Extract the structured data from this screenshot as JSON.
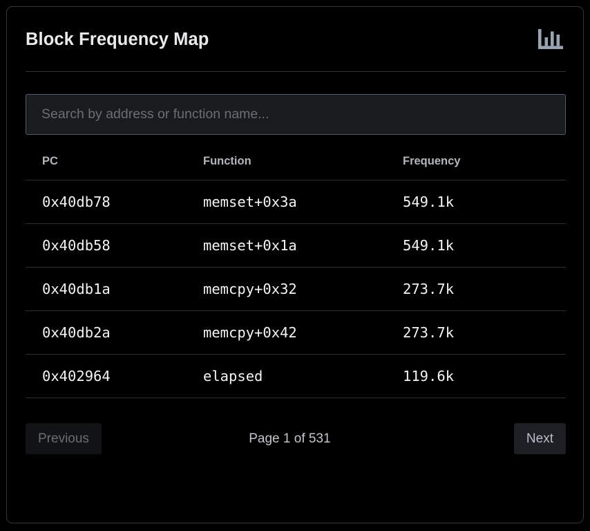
{
  "header": {
    "title": "Block Frequency Map",
    "icon": "bar-chart-icon",
    "icon_color": "#9aa3b0"
  },
  "search": {
    "placeholder": "Search by address or function name...",
    "value": ""
  },
  "table": {
    "columns": [
      "PC",
      "Function",
      "Frequency"
    ],
    "rows": [
      {
        "pc": "0x40db78",
        "function": "memset+0x3a",
        "frequency": "549.1k"
      },
      {
        "pc": "0x40db58",
        "function": "memset+0x1a",
        "frequency": "549.1k"
      },
      {
        "pc": "0x40db1a",
        "function": "memcpy+0x32",
        "frequency": "273.7k"
      },
      {
        "pc": "0x40db2a",
        "function": "memcpy+0x42",
        "frequency": "273.7k"
      },
      {
        "pc": "0x402964",
        "function": "elapsed",
        "frequency": "119.6k"
      }
    ]
  },
  "pagination": {
    "previous_label": "Previous",
    "next_label": "Next",
    "status": "Page 1 of 531",
    "current_page": 1,
    "total_pages": 531,
    "previous_disabled": true
  },
  "colors": {
    "background": "#000000",
    "card_border": "#333638",
    "divider": "#2f3133",
    "text_primary": "#f2f4f6",
    "text_muted": "#6a6f75",
    "accent_icon": "#9aa3b0"
  }
}
